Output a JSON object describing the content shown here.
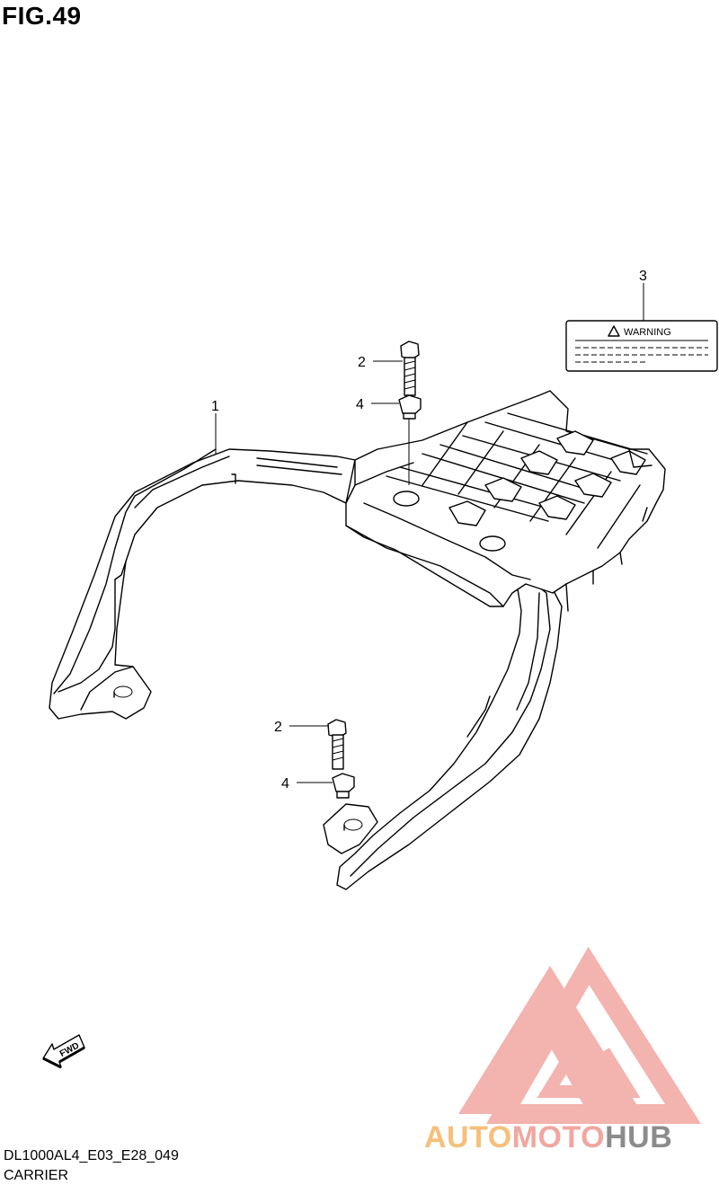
{
  "figure": {
    "title": "FIG.49"
  },
  "callouts": [
    {
      "id": "callout-1",
      "number": "1"
    },
    {
      "id": "callout-2-top",
      "number": "2"
    },
    {
      "id": "callout-4-top",
      "number": "4"
    },
    {
      "id": "callout-3",
      "number": "3"
    },
    {
      "id": "callout-2-bottom",
      "number": "2"
    },
    {
      "id": "callout-4-bottom",
      "number": "4"
    }
  ],
  "warning_label": {
    "text": "WARNING"
  },
  "fwd_arrow": {
    "text": "FWD"
  },
  "footer": {
    "model_code": "DL1000AL4_E03_E28_049",
    "section": "CARRIER"
  },
  "watermark": {
    "part1": "AUTO",
    "part2": "MOTO",
    "part3": "HUB",
    "colors": {
      "auto": "#f6c07a",
      "moto": "#f2a6a0",
      "hub": "#8c8c8c",
      "logo": "#f2a6a0"
    }
  }
}
